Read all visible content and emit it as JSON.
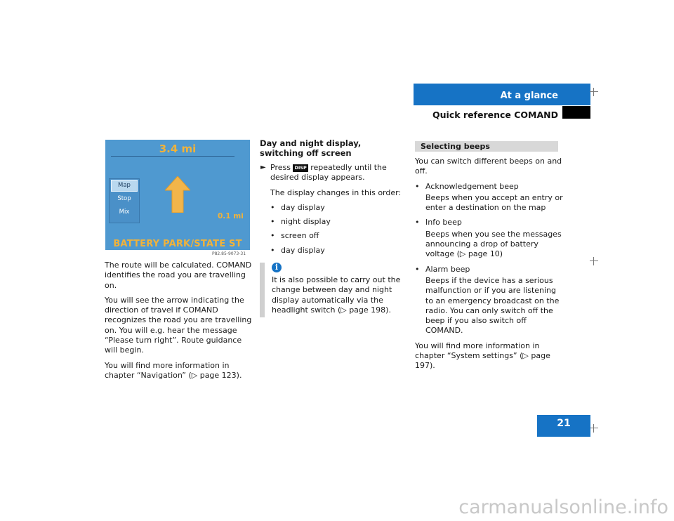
{
  "header": {
    "title": "At a glance",
    "subtitle": "Quick reference COMAND"
  },
  "figure": {
    "distance": "3.4 mi",
    "menu_items": [
      "Map",
      "Stop",
      "Mix"
    ],
    "turn_distance": "0.1 mi",
    "street": "BATTERY PARK/STATE ST",
    "code": "P82.85-9073-31"
  },
  "col1": {
    "p1": "The route will be calculated. COMAND identifies the road you are travelling on.",
    "p2": "You will see the arrow indicating the direction of travel if COMAND recognizes the road you are travelling on. You will e.g. hear the message “Please turn right”. Route guidance will begin.",
    "p3": "You will find more information in chapter “Navigation” (▷ page 123)."
  },
  "col2": {
    "heading": "Day and night display, switching off screen",
    "step_prefix": "Press",
    "key_label": "DISP",
    "step_suffix": "repeatedly until the desired display appears.",
    "order_intro": "The display changes in this order:",
    "order": [
      "day display",
      "night display",
      "screen off",
      "day display"
    ],
    "info_icon": "i",
    "info": "It is also possible to carry out the change between day and night display automatically via the headlight switch (▷ page 198)."
  },
  "col3": {
    "bar": "Selecting beeps",
    "intro": "You can switch different beeps on and off.",
    "beeps": [
      {
        "name": "Acknowledgement beep",
        "desc": "Beeps when you accept an entry or enter a destination on the map"
      },
      {
        "name": "Info beep",
        "desc": "Beeps when you see the messages announcing a drop of battery voltage (▷ page 10)"
      },
      {
        "name": "Alarm beep",
        "desc": "Beeps if the device has a serious malfunction or if you are listening to an emergency broadcast on the radio. You can only switch off the beep if you also switch off COMAND."
      }
    ],
    "outro": "You will find more information in chapter “System settings” (▷ page 197)."
  },
  "page_number": "21",
  "watermark": "carmanualsonline.info",
  "colors": {
    "accent": "#1673c5",
    "screen_bg": "#4f99d0",
    "screen_text": "#f0b23a"
  }
}
